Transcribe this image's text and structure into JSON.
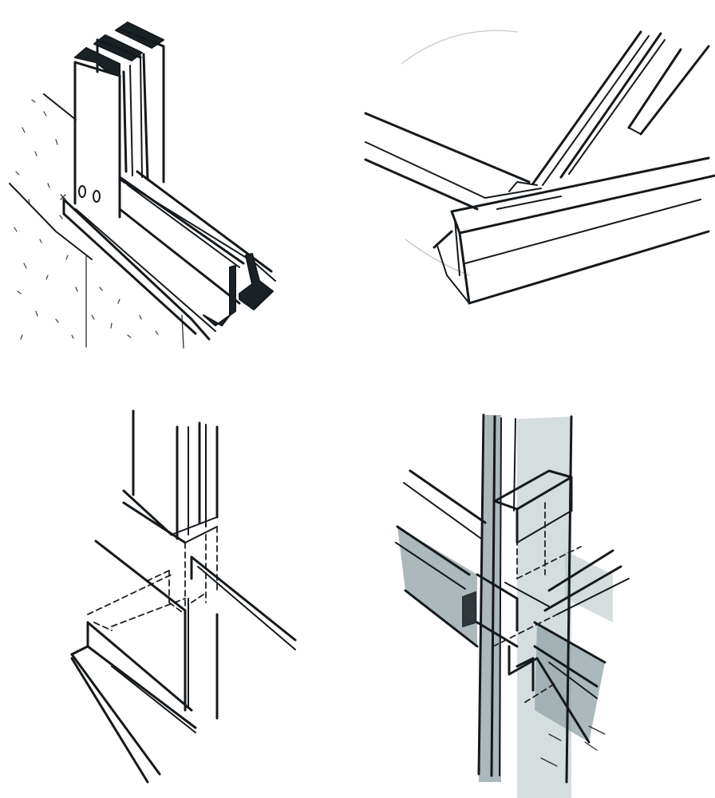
{
  "sheet": {
    "panels": [
      {
        "id": "a",
        "subject": "steel-channel-post-on-base-plate"
      },
      {
        "id": "b",
        "subject": "rafter-meeting-ridge-beam"
      },
      {
        "id": "c",
        "subject": "post-beam-joint-with-hidden-tenon"
      },
      {
        "id": "d",
        "subject": "shaded-interlocking-post-and-beam-joint"
      }
    ],
    "colors": {
      "ink": "#15191c",
      "shade": "#8fa1a6",
      "paper": "#ffffff"
    }
  }
}
